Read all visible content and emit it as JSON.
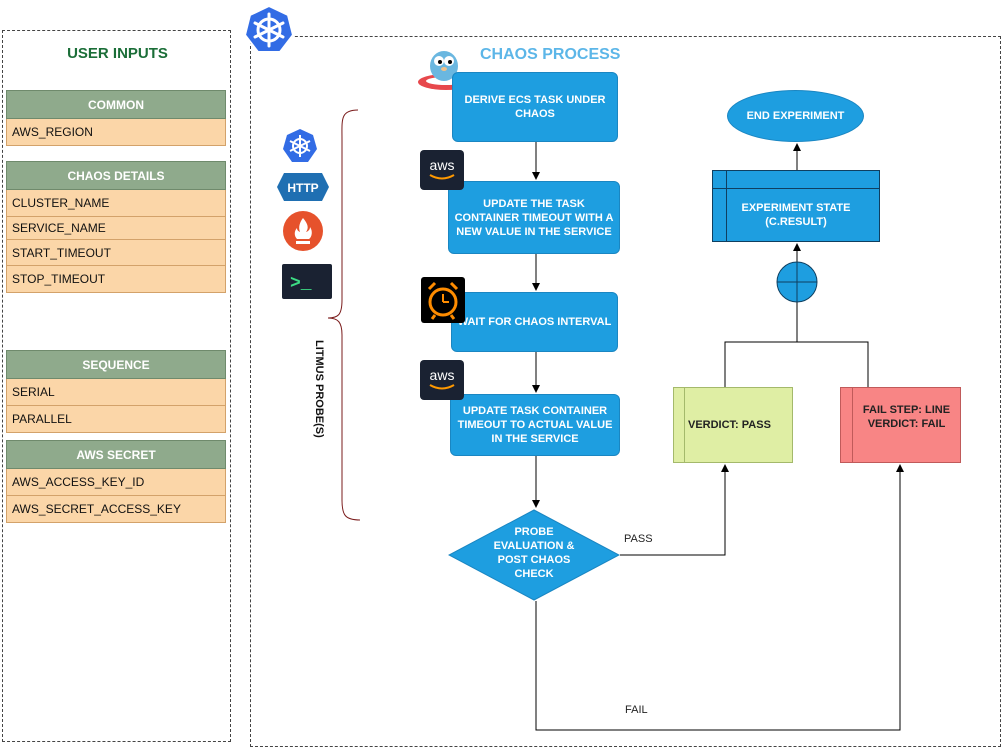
{
  "user_inputs": {
    "title": "USER INPUTS",
    "groups": [
      {
        "name": "COMMON",
        "items": [
          "AWS_REGION"
        ]
      },
      {
        "name": "CHAOS DETAILS",
        "items": [
          "CLUSTER_NAME",
          "SERVICE_NAME",
          "START_TIMEOUT",
          "STOP_TIMEOUT"
        ]
      },
      {
        "name": "SEQUENCE",
        "items": [
          "SERIAL",
          "PARALLEL"
        ]
      },
      {
        "name": "AWS SECRET",
        "items": [
          "AWS_ACCESS_KEY_ID",
          "AWS_SECRET_ACCESS_KEY"
        ]
      }
    ]
  },
  "process": {
    "title": "CHAOS PROCESS",
    "steps": [
      "DERIVE ECS TASK UNDER CHAOS",
      "UPDATE THE TASK CONTAINER TIMEOUT WITH A NEW VALUE IN THE SERVICE",
      "WAIT FOR CHAOS INTERVAL",
      "UPDATE TASK CONTAINER TIMEOUT TO ACTUAL VALUE IN THE SERVICE"
    ],
    "decision": "PROBE EVALUATION & POST CHAOS CHECK",
    "end": "END EXPERIMENT",
    "state": "EXPERIMENT STATE (C.RESULT)",
    "verdict_pass": "VERDICT: PASS",
    "verdict_fail": [
      "FAIL STEP: LINE",
      "VERDICT: FAIL"
    ],
    "edge_pass": "PASS",
    "edge_fail": "FAIL"
  },
  "probes": {
    "label": "LITMUS PROBE(S)",
    "icons": [
      "kubernetes-icon",
      "http-icon",
      "prometheus-icon",
      "terminal-icon"
    ],
    "http_text": "HTTP",
    "terminal_text": ">_"
  },
  "step_icons": [
    "gopher-mascot-icon",
    "aws-icon",
    "alarm-clock-icon",
    "aws-icon"
  ],
  "aws_text": "aws",
  "colors": {
    "process_blue": "#1e9ee0",
    "group_header": "#8faa8c",
    "group_item": "#fbd6a8",
    "pass": "#dfeea4",
    "fail": "#f88585",
    "title_green": "#1b6e38",
    "title_blue": "#5cb6e8"
  }
}
